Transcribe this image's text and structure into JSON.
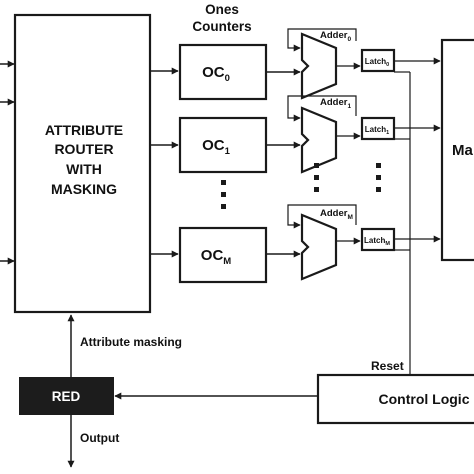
{
  "title": {
    "line1": "Ones",
    "line2": "Counters"
  },
  "router": {
    "line1": "ATTRIBUTE",
    "line2": "ROUTER",
    "line3": "WITH",
    "line4": "MASKING"
  },
  "counters": [
    {
      "base": "OC",
      "sub": "0"
    },
    {
      "base": "OC",
      "sub": "1"
    },
    {
      "base": "OC",
      "sub": "M"
    }
  ],
  "adders": [
    {
      "base": "Adder",
      "sub": "0"
    },
    {
      "base": "Adder",
      "sub": "1"
    },
    {
      "base": "Adder",
      "sub": "M"
    }
  ],
  "latches": [
    {
      "base": "Latch",
      "sub": "0"
    },
    {
      "base": "Latch",
      "sub": "1"
    },
    {
      "base": "Latch",
      "sub": "M"
    }
  ],
  "right_block": {
    "label": "Ma"
  },
  "reset": {
    "label": "Reset"
  },
  "control": {
    "label": "Control Logic"
  },
  "red": {
    "label": "RED"
  },
  "masking": {
    "label": "Attribute masking"
  },
  "output": {
    "label": "Output"
  },
  "colors": {
    "red_fill": "#1c1c1c",
    "red_text": "#ffffff",
    "line": "#1a1a1a"
  }
}
